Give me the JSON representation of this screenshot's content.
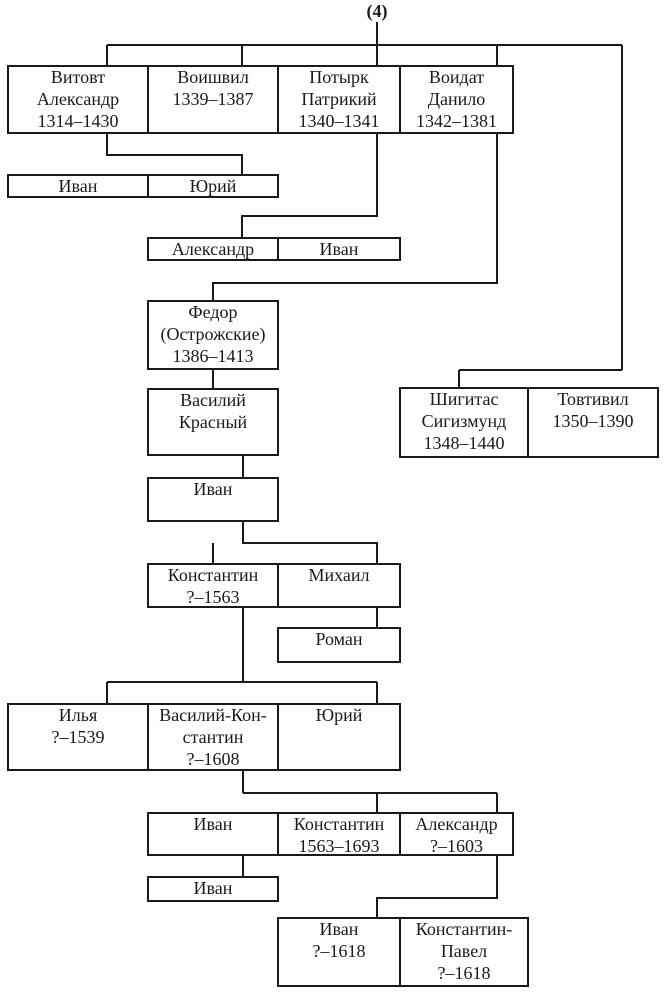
{
  "title": "(4)",
  "persons": {
    "vitovt": [
      "Витовт",
      "Александр",
      "1314–1430"
    ],
    "voishvil": [
      "Воишвил",
      "1339–1387"
    ],
    "potyrk": [
      "Потырк",
      "Патрикий",
      "1340–1341"
    ],
    "voidat": [
      "Воидат",
      "Данило",
      "1342–1381"
    ],
    "ivan_vitovt": [
      "Иван"
    ],
    "yuriy_vitovt": [
      "Юрий"
    ],
    "aleksandr_potyrk": [
      "Александр"
    ],
    "ivan_potyrk": [
      "Иван"
    ],
    "fedor": [
      "Федор",
      "(Острожские)",
      "1386–1413"
    ],
    "shigitas": [
      "Шигитас",
      "Сигизмунд",
      "1348–1440"
    ],
    "tovtivil": [
      "Товтивил",
      "1350–1390"
    ],
    "vasiliy_krasny": [
      "Василий",
      "Красный"
    ],
    "ivan_g3": [
      "Иван"
    ],
    "konstantin_g4": [
      "Константин",
      "?–1563"
    ],
    "mikhail": [
      "Михаил"
    ],
    "roman": [
      "Роман"
    ],
    "ilya": [
      "Илья",
      "?–1539"
    ],
    "vasiliy_konstantin": [
      "Василий-Кон-",
      "стантин",
      "?–1608"
    ],
    "yuriy_g5": [
      "Юрий"
    ],
    "ivan_g6": [
      "Иван"
    ],
    "konstantin_g6": [
      "Константин",
      "1563–1693"
    ],
    "aleksandr_g6": [
      "Александр",
      "?–1603"
    ],
    "ivan_g7": [
      "Иван"
    ],
    "ivan_aleksandr": [
      "Иван",
      "?–1618"
    ],
    "konstantin_pavel": [
      "Константин-",
      "Павел",
      "?–1618"
    ]
  }
}
